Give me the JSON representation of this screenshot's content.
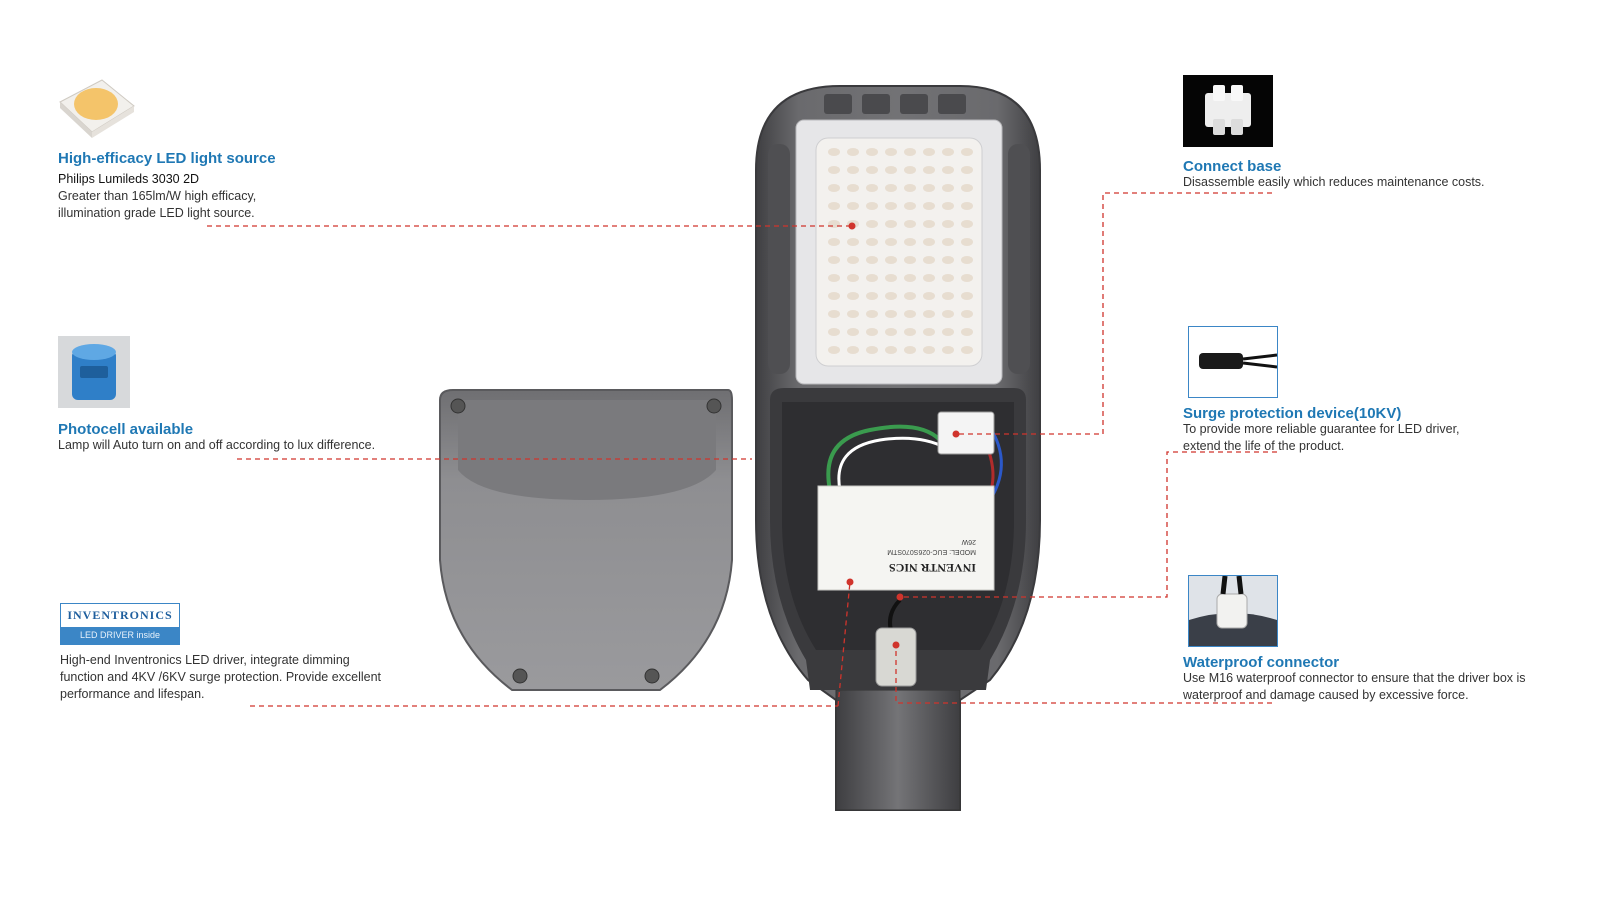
{
  "features": {
    "led": {
      "title": "High-efficacy LED light source",
      "subtitle": "Philips Lumileds 3030 2D",
      "desc": [
        "Greater than 165lm/W high efficacy,",
        "illumination grade LED light source."
      ]
    },
    "photocell": {
      "title": "Photocell available",
      "desc": [
        "Lamp will Auto turn on and off according to lux difference."
      ]
    },
    "driver": {
      "brand": "INVENTRONICS",
      "brand_sub": "LED DRIVER inside",
      "desc": [
        "High-end Inventronics LED driver, integrate dimming",
        "function and 4KV /6KV surge protection. Provide excellent",
        "performance and lifespan."
      ]
    },
    "connect": {
      "title": "Connect base",
      "desc": [
        "Disassemble easily which reduces maintenance costs."
      ]
    },
    "surge": {
      "title": "Surge protection device(10KV)",
      "desc": [
        "To provide more reliable guarantee for LED driver,",
        "extend the life of the product."
      ]
    },
    "waterproof": {
      "title": "Waterproof connector",
      "desc": [
        "Use M16 waterproof connector to ensure that the driver box is",
        "waterproof and damage caused by excessive force."
      ]
    }
  },
  "driver_label": {
    "brand": "INVENTR NICS",
    "model": "MODEL: EUC-026S070STM",
    "power": "26W"
  },
  "colors": {
    "title_blue": "#1f78b4",
    "leader_red": "#d0342c",
    "housing": "#5c5c5f"
  }
}
